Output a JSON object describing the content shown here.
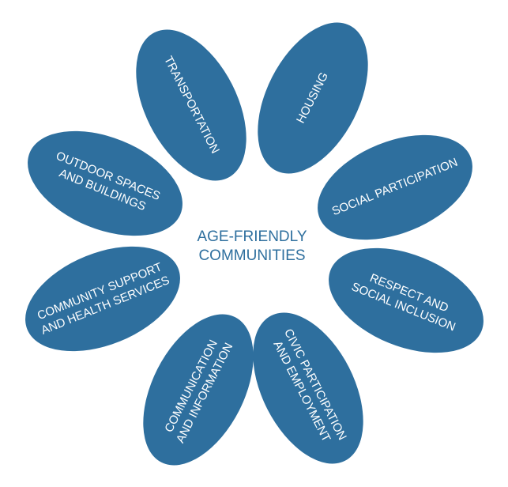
{
  "center": {
    "lines": [
      "AGE-FRIENDLY",
      "COMMUNITIES"
    ]
  },
  "petals": [
    {
      "key": "transportation",
      "lines": [
        "TRANSPORTATION"
      ]
    },
    {
      "key": "housing",
      "lines": [
        "HOUSING"
      ]
    },
    {
      "key": "social-participation",
      "lines": [
        "SOCIAL PARTICIPATION"
      ]
    },
    {
      "key": "respect-social-inclusion",
      "lines": [
        "RESPECT AND",
        "SOCIAL INCLUSION"
      ]
    },
    {
      "key": "civic-participation",
      "lines": [
        "CIVIC PARTICIPATION",
        "AND EMPLOYMENT"
      ]
    },
    {
      "key": "communication-information",
      "lines": [
        "COMMUNICATION",
        "AND INFORMATION"
      ]
    },
    {
      "key": "community-support",
      "lines": [
        "COMMUNITY SUPPORT",
        "AND HEALTH SERVICES"
      ]
    },
    {
      "key": "outdoor-spaces",
      "lines": [
        "OUTDOOR SPACES",
        "AND BUILDINGS"
      ]
    }
  ],
  "colors": {
    "petal": "#2e6f9e",
    "center_fill": "#ffffff",
    "center_text": "#2e6f9e"
  }
}
